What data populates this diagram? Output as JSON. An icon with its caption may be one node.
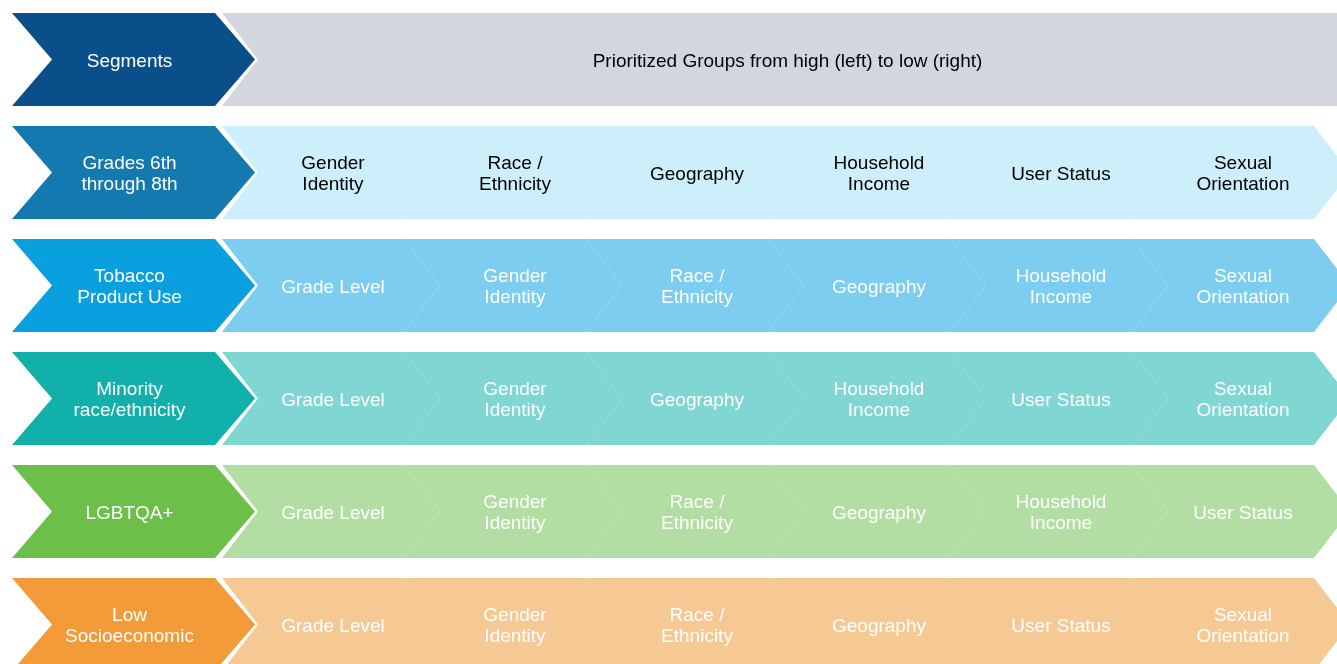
{
  "diagram": {
    "nodes": [
      {
        "text": [
          "Segments"
        ]
      },
      {
        "text": [
          "Prioritized Groups from high (left) to low (right)"
        ]
      },
      {
        "text": [
          "Grades 6th through 8th"
        ]
      },
      {
        "text": [
          "Gender Identity"
        ]
      },
      {
        "text": [
          "Race / Ethnicity"
        ]
      },
      {
        "text": [
          "Geography"
        ]
      },
      {
        "text": [
          "Household Income"
        ]
      },
      {
        "text": [
          "User Status"
        ]
      },
      {
        "text": [
          "Sexual Orientation"
        ]
      },
      {
        "text": [
          "Tobacco Product Use"
        ]
      },
      {
        "text": [
          "Grade Level"
        ]
      },
      {
        "text": [
          "Gender Identity"
        ]
      },
      {
        "text": [
          "Race / Ethnicity"
        ]
      },
      {
        "text": [
          "Geography"
        ]
      },
      {
        "text": [
          "Household Income"
        ]
      },
      {
        "text": [
          "Sexual Orientation"
        ]
      },
      {
        "text": [
          "Minority race/ethnicity"
        ]
      },
      {
        "text": [
          "Grade Level"
        ]
      },
      {
        "text": [
          "Gender Identity"
        ]
      },
      {
        "text": [
          "Geography"
        ]
      },
      {
        "text": [
          "Household Income"
        ]
      },
      {
        "text": [
          "User Status"
        ]
      },
      {
        "text": [
          "Sexual Orientation"
        ]
      },
      {
        "text": [
          "LGBTQA+"
        ]
      },
      {
        "text": [
          "Grade Level"
        ]
      },
      {
        "text": [
          "Gender Identity"
        ]
      },
      {
        "text": [
          "Race / Ethnicity"
        ]
      },
      {
        "text": [
          "Geography"
        ]
      },
      {
        "text": [
          "Household Income"
        ]
      },
      {
        "text": [
          "User Status"
        ]
      },
      {
        "text": [
          "Low Socioeconomic"
        ]
      },
      {
        "text": [
          "Grade Level"
        ]
      },
      {
        "text": [
          "Gender Identity"
        ]
      },
      {
        "text": [
          "Race / Ethnicity"
        ]
      },
      {
        "text": [
          "Geography"
        ]
      },
      {
        "text": [
          "User Status"
        ]
      },
      {
        "text": [
          "Sexual Orientation"
        ]
      }
    ]
  }
}
